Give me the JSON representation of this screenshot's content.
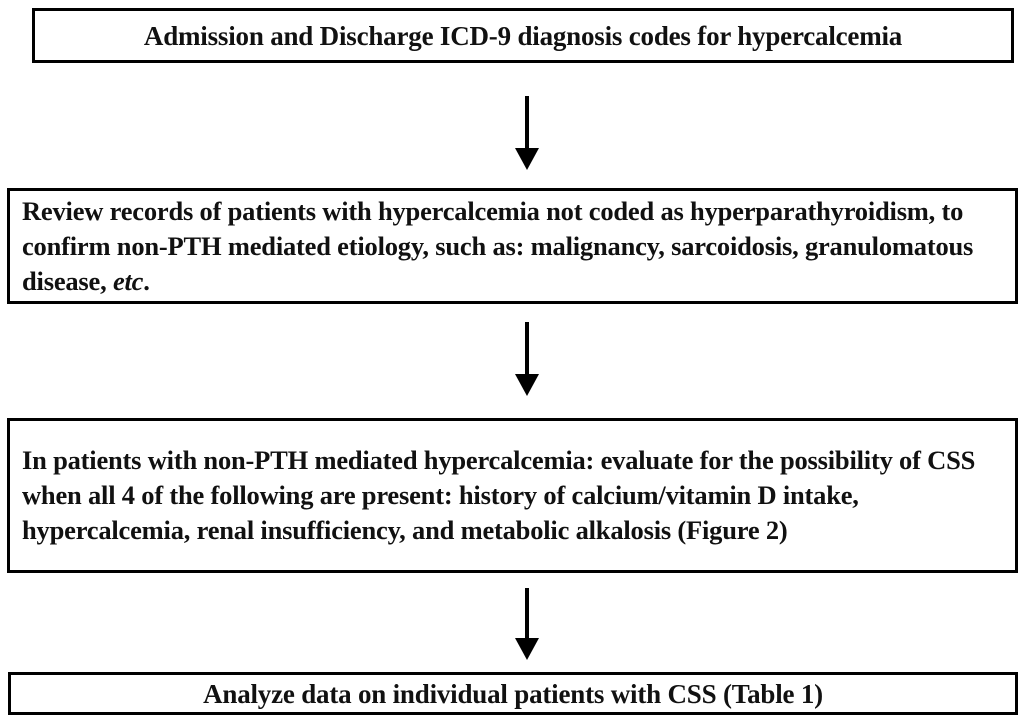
{
  "figure": {
    "type": "flowchart",
    "orientation": "top-to-bottom",
    "background_color": "#ffffff",
    "border_color": "#000000",
    "text_color": "#111111"
  },
  "nodes": [
    {
      "id": "box-1",
      "role": "entry",
      "align": "center",
      "text": "Admission and Discharge ICD-9 diagnosis codes for hypercalcemia"
    },
    {
      "id": "box-2",
      "role": "process",
      "align": "left",
      "text_before_italic": "Review records of patients with hypercalcemia not coded as hyperparathyroidism, to confirm non-PTH mediated etiology, such as: malignancy, sarcoidosis, granulomatous disease, ",
      "italic_text": "etc",
      "text_after_italic": "."
    },
    {
      "id": "box-3",
      "role": "process",
      "align": "left",
      "text": "In patients with non-PTH mediated hypercalcemia: evaluate for the possibility of CSS when all 4 of the following are present: history of calcium/vitamin D intake, hypercalcemia, renal insufficiency, and metabolic alkalosis (Figure 2)"
    },
    {
      "id": "box-4",
      "role": "terminal",
      "align": "center",
      "text": "Analyze data on individual patients with CSS (Table 1)"
    }
  ],
  "connectors": [
    {
      "id": "arrow-1",
      "from": "box-1",
      "to": "box-2",
      "direction": "down",
      "icon": "arrow-down-icon"
    },
    {
      "id": "arrow-2",
      "from": "box-2",
      "to": "box-3",
      "direction": "down",
      "icon": "arrow-down-icon"
    },
    {
      "id": "arrow-3",
      "from": "box-3",
      "to": "box-4",
      "direction": "down",
      "icon": "arrow-down-icon"
    }
  ]
}
